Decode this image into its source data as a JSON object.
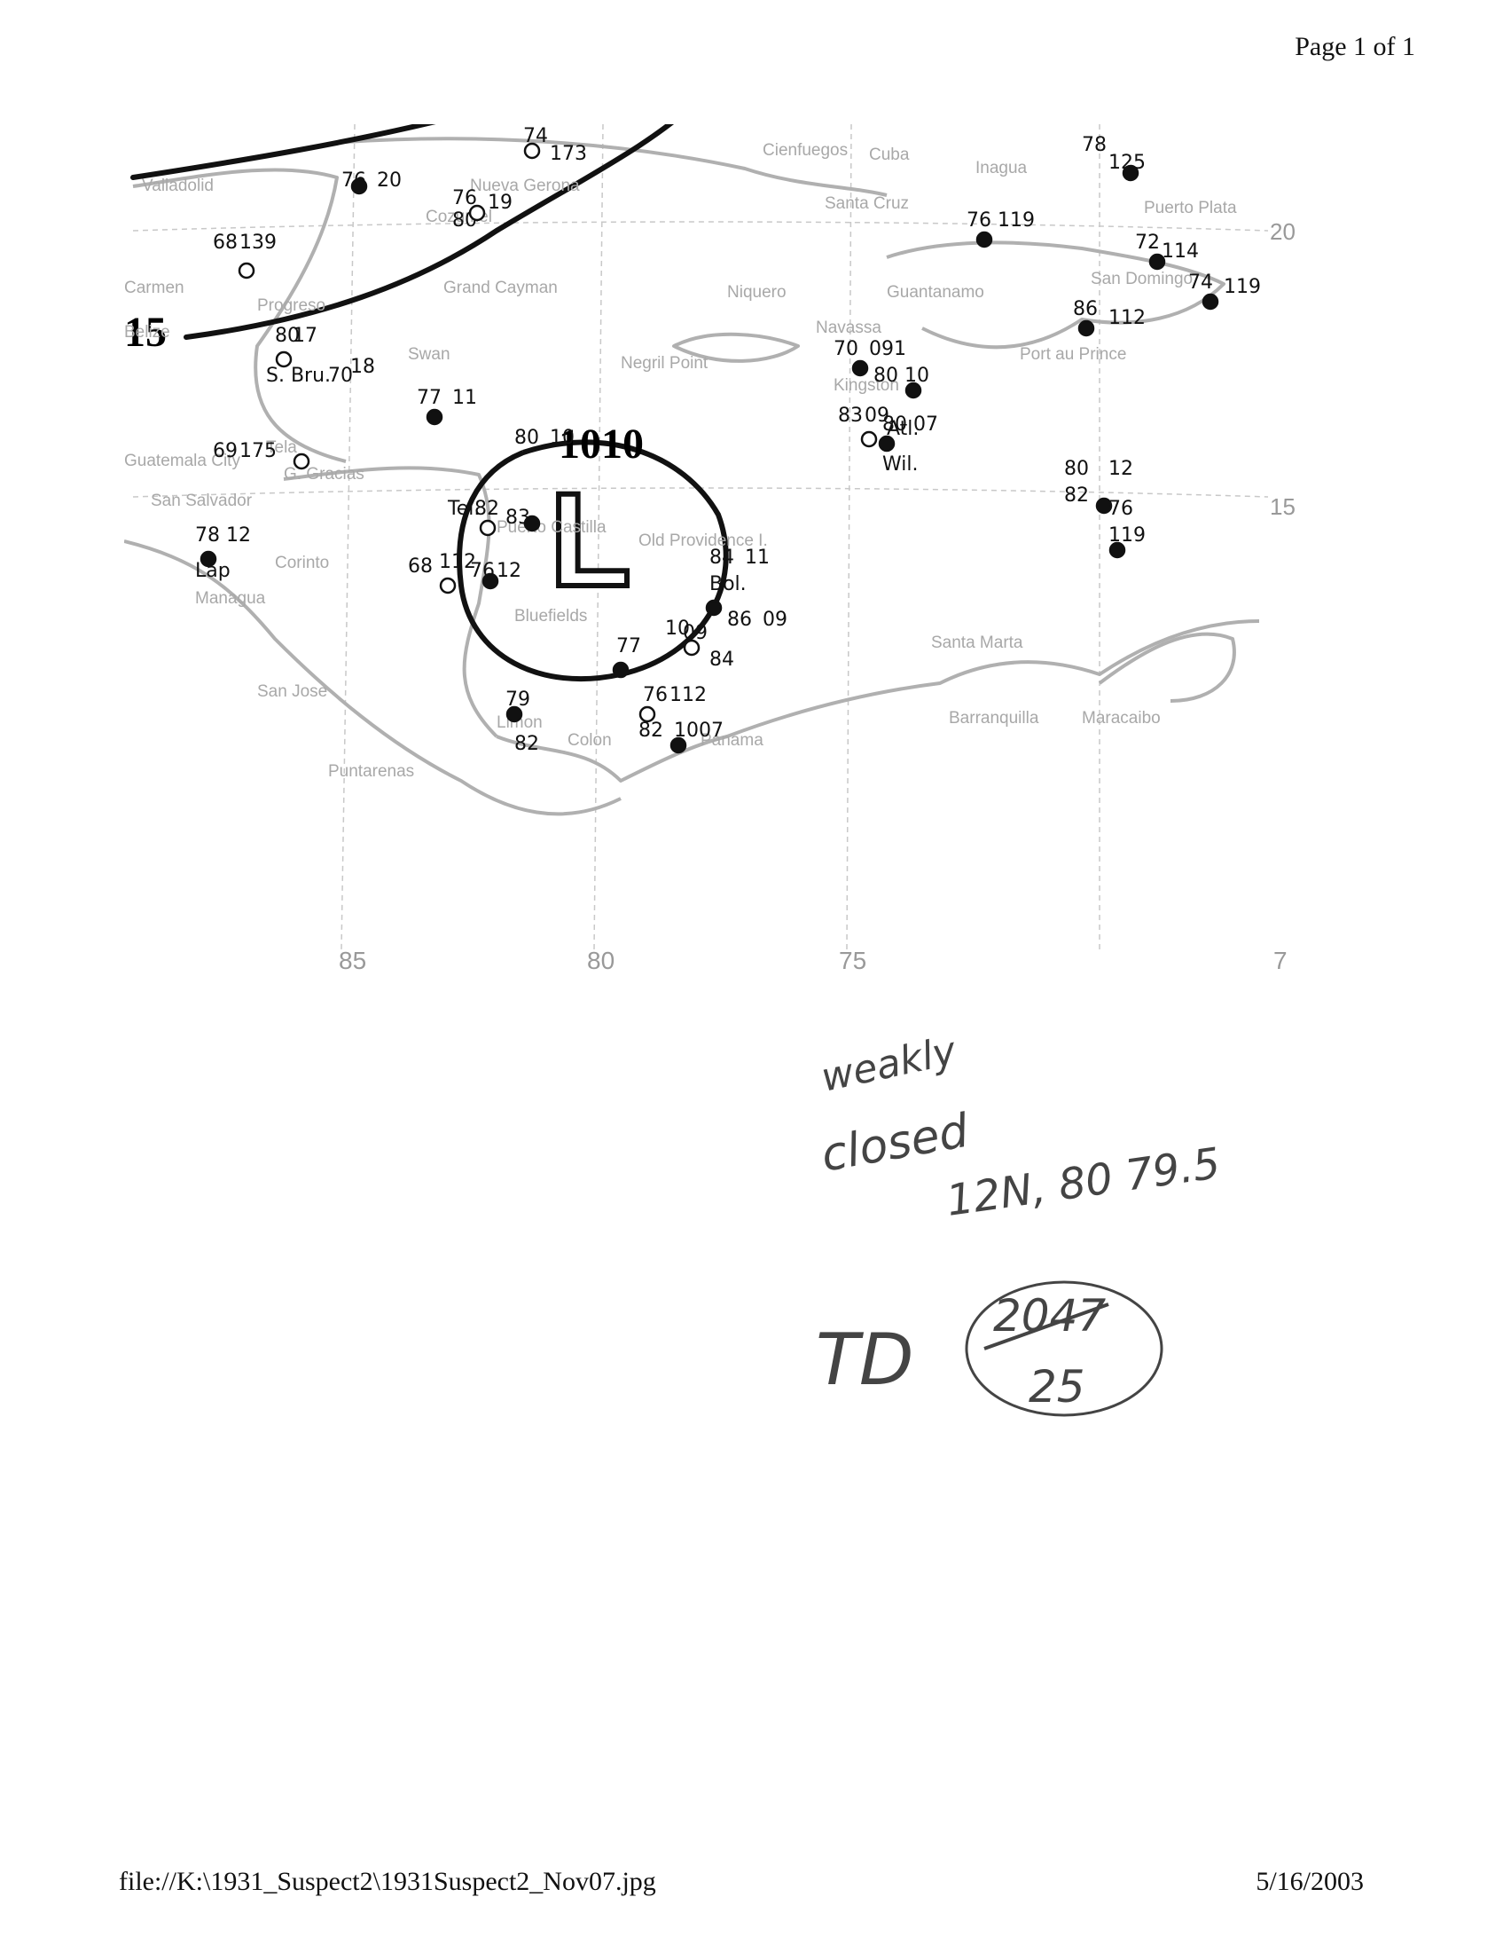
{
  "header": {
    "page_label": "Page 1 of 1"
  },
  "footer": {
    "file_path": "file://K:\\1931_Suspect2\\1931Suspect2_Nov07.jpg",
    "date": "5/16/2003"
  },
  "map": {
    "low_label": "L",
    "isobar_closed_label": "1010",
    "isobar_open_label": "15",
    "longitude_labels": [
      "85",
      "80",
      "75",
      "7"
    ],
    "side_labels": [
      "20",
      "15"
    ],
    "place_names": [
      "Cienfuegos",
      "Cuba",
      "Inagua",
      "Nueva Gerona",
      "Santa Cruz",
      "Puerto Plata",
      "Valladolid",
      "Cozumel",
      "Carmen",
      "Progreso",
      "Grand Cayman",
      "Niquero",
      "Guantanamo",
      "San Domingo",
      "Belize",
      "Swan",
      "Negril Point",
      "Navassa",
      "Kingston",
      "Port au Prince",
      "Tela",
      "Guatemala City",
      "G. Gracias",
      "San Salvador",
      "Puerto Castilla",
      "Corinto",
      "Old Providence I.",
      "Managua",
      "Bluefields",
      "Santa Marta",
      "San Jose",
      "Limon",
      "Barranquilla",
      "Maracaibo",
      "Colon",
      "Panama",
      "Puntarenas"
    ],
    "station_annotations": [
      "74",
      "173",
      "78",
      "125",
      "76",
      "20",
      "76",
      "19",
      "80",
      "76",
      "119",
      "72",
      "114",
      "68",
      "139",
      "74",
      "119",
      "86",
      "112",
      "80",
      "17",
      "S. Bru.",
      "70",
      "18",
      "70",
      "091",
      "80",
      "10",
      "69",
      "175",
      "77",
      "11",
      "Atl.",
      "83",
      "09",
      "80",
      "07",
      "Wil.",
      "80",
      "10",
      "80",
      "12",
      "82",
      "76",
      "119",
      "Tel.",
      "82",
      "83",
      "78",
      "12",
      "Lap",
      "68",
      "112",
      "76",
      "12",
      "84",
      "11",
      "Bol.",
      "77",
      "10",
      "09",
      "86",
      "09",
      "84",
      "79",
      "82",
      "76",
      "112",
      "82",
      "1007"
    ]
  },
  "handwritten_notes": {
    "weakly": "weakly",
    "closed": "closed",
    "position": "12N, 80 79.5",
    "td": "TD",
    "td_number_crossed": "2047",
    "td_number": "25"
  }
}
